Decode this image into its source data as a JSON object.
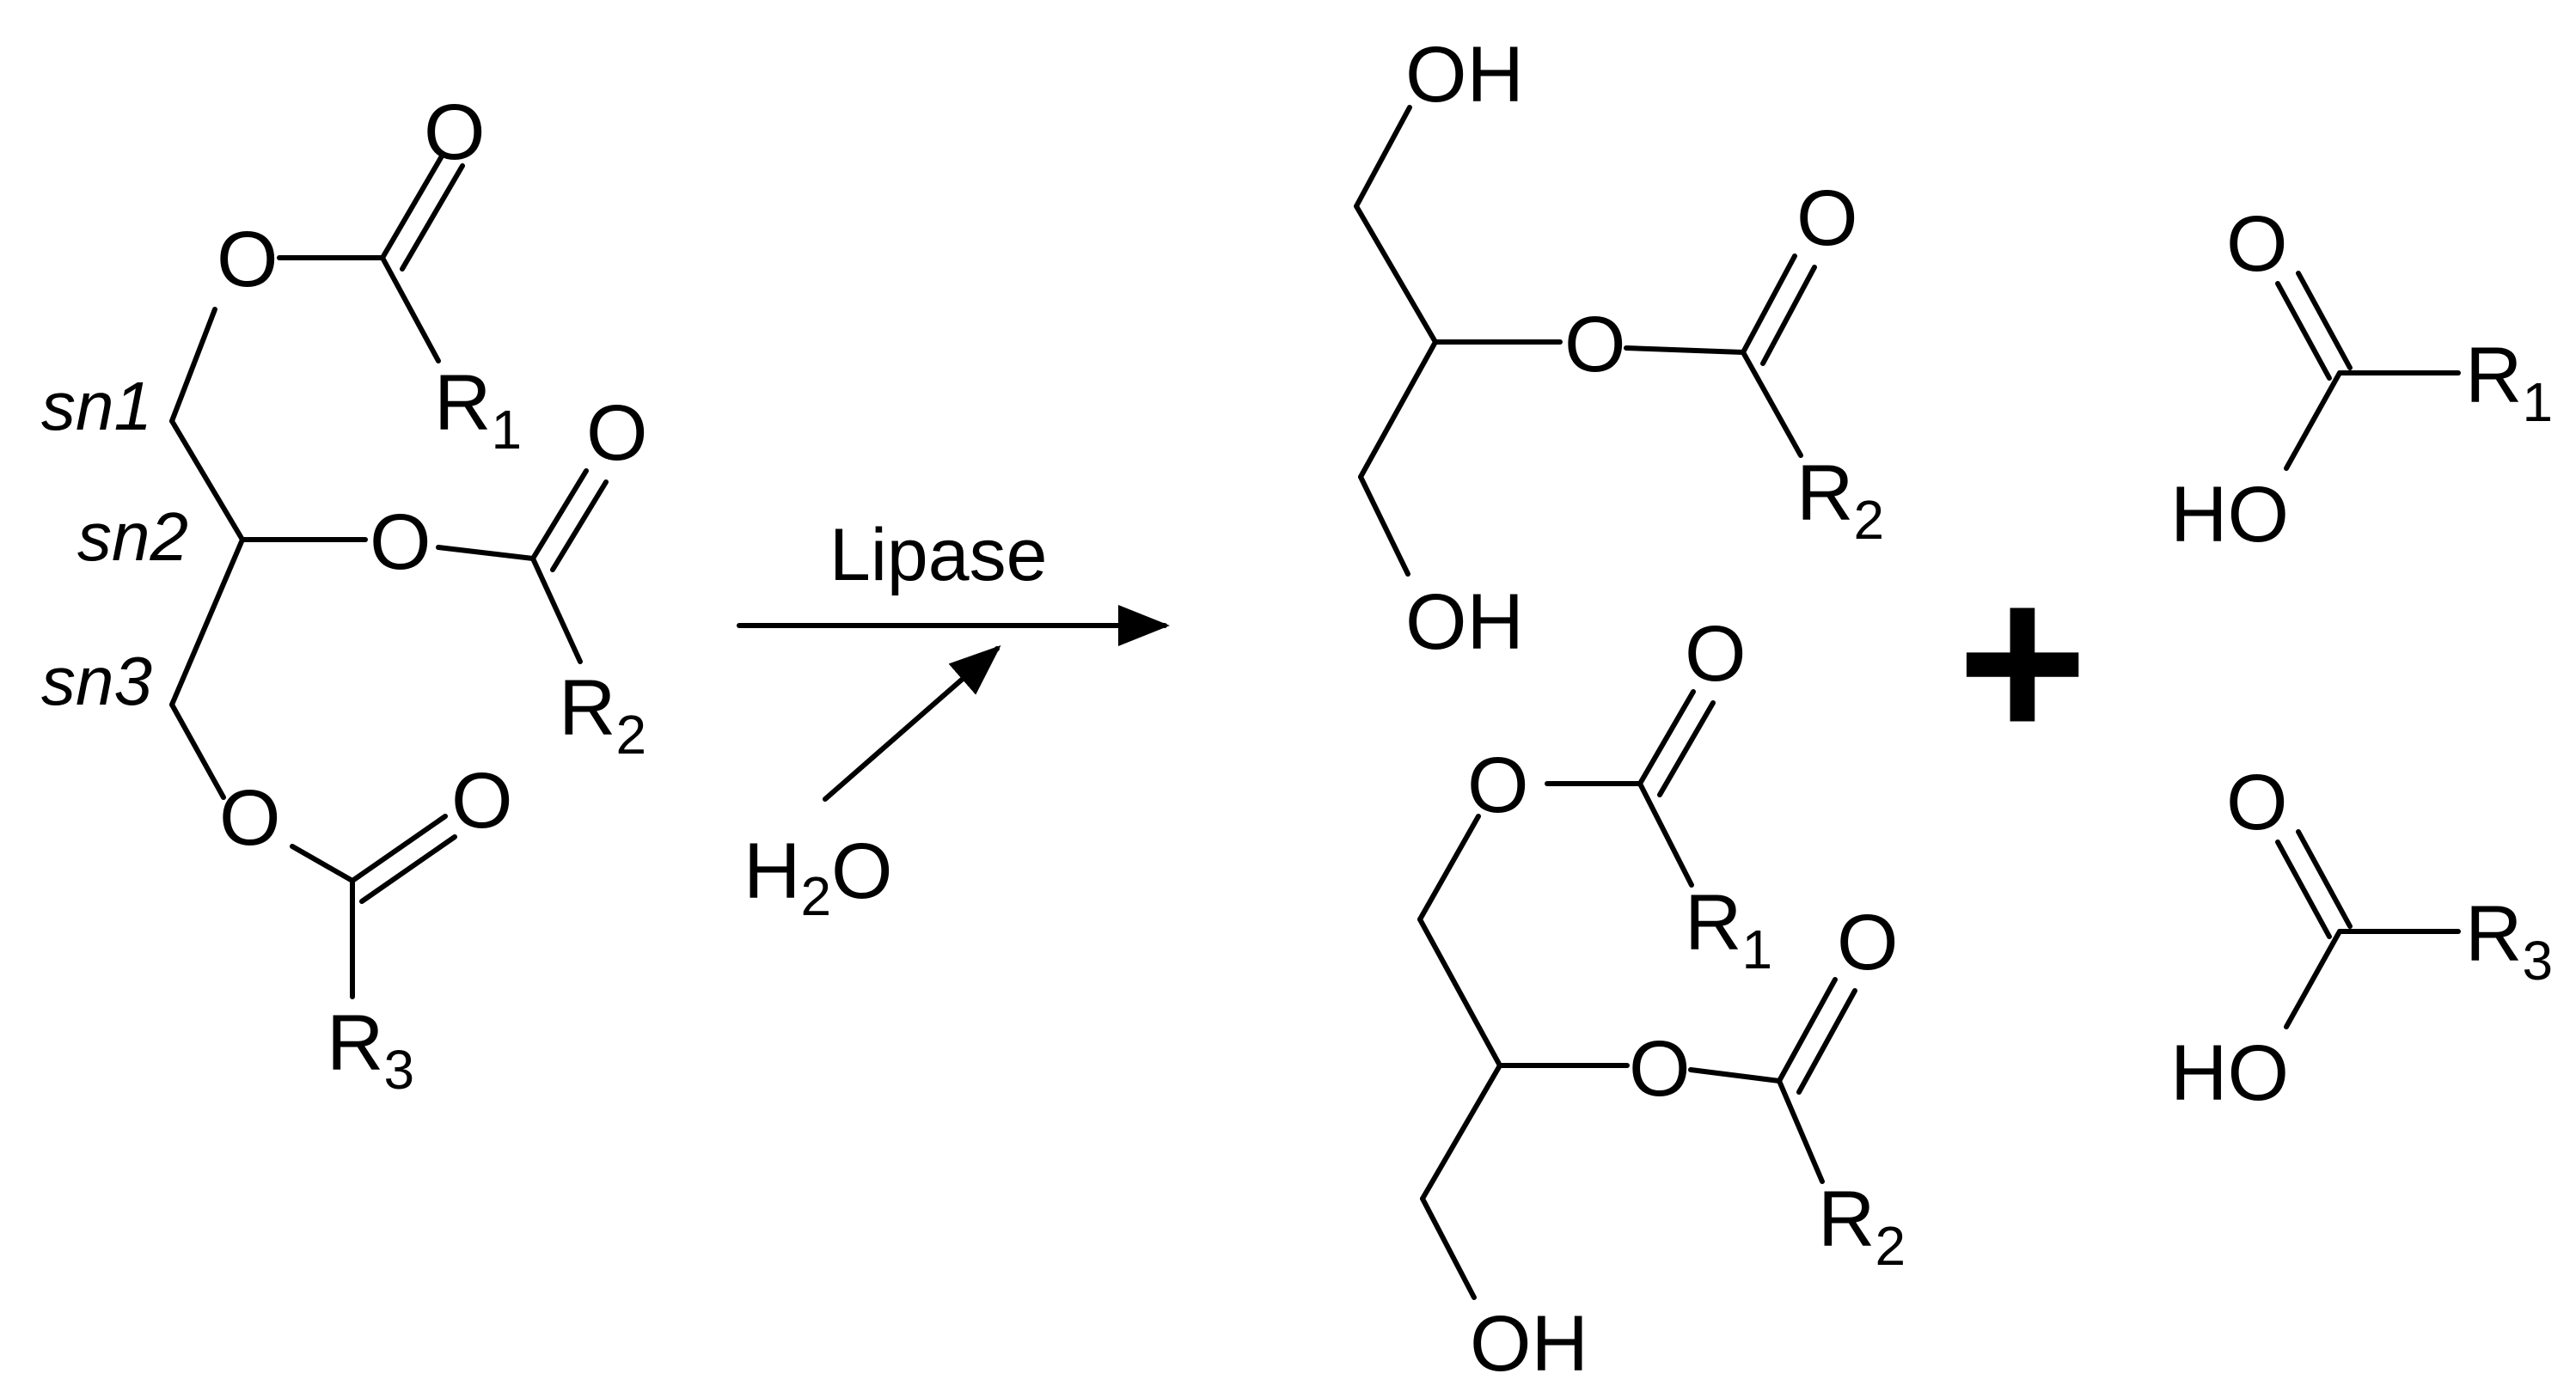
{
  "scheme": {
    "substrate": {
      "sn1": "sn1",
      "sn2": "sn2",
      "sn3": "sn3",
      "ester_O1": "O",
      "carbonyl_O1": "O",
      "R1": "R",
      "R1_sub": "1",
      "ester_O2": "O",
      "carbonyl_O2": "O",
      "R2": "R",
      "R2_sub": "2",
      "ester_O3": "O",
      "carbonyl_O3": "O",
      "R3": "R",
      "R3_sub": "3"
    },
    "reaction": {
      "enzyme": "Lipase",
      "water_H": "H",
      "water_sub": "2",
      "water_O": "O"
    },
    "monoglyceride": {
      "top_OH": "OH",
      "ester_O": "O",
      "carbonyl_O": "O",
      "R": "R",
      "R_sub": "2",
      "bottom_OH": "OH"
    },
    "diglyceride": {
      "ester_O1": "O",
      "carbonyl_O1": "O",
      "R1": "R",
      "R1_sub": "1",
      "ester_O2": "O",
      "carbonyl_O2": "O",
      "R2": "R",
      "R2_sub": "2",
      "bottom_OH": "OH"
    },
    "plus": "+",
    "acid1": {
      "carbonyl_O": "O",
      "HO": "HO",
      "R": "R",
      "R_sub": "1"
    },
    "acid3": {
      "carbonyl_O": "O",
      "HO": "HO",
      "R": "R",
      "R_sub": "3"
    }
  }
}
